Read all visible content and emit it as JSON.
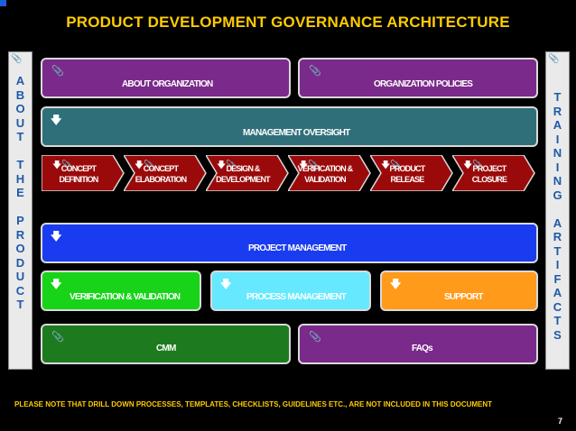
{
  "title": "PRODUCT DEVELOPMENT GOVERNANCE ARCHITECTURE",
  "left_bar": {
    "letters": [
      "A",
      "B",
      "O",
      "U",
      "T",
      "",
      "T",
      "H",
      "E",
      "",
      "P",
      "R",
      "O",
      "D",
      "U",
      "C",
      "T"
    ],
    "clip_icon": "paperclip-icon"
  },
  "right_bar": {
    "letters": [
      "T",
      "R",
      "A",
      "I",
      "N",
      "I",
      "N",
      "G",
      "",
      "A",
      "R",
      "T",
      "I",
      "F",
      "A",
      "C",
      "T",
      "S"
    ],
    "clip_icon": "paperclip-icon"
  },
  "boxes": {
    "about_org": {
      "label": "ABOUT ORGANIZATION",
      "color": "#7a2a8a",
      "icon": "paperclip-icon"
    },
    "org_policies": {
      "label": "ORGANIZATION POLICIES",
      "color": "#7a2a8a",
      "icon": "paperclip-icon"
    },
    "mgmt_oversight": {
      "label": "MANAGEMENT OVERSIGHT",
      "color": "#2f6f7a",
      "icon": "down-arrow-icon"
    },
    "project_mgmt": {
      "label": "PROJECT MANAGEMENT",
      "color": "#1a3cf0",
      "icon": "down-arrow-icon"
    },
    "vnv": {
      "label": "VERIFICATION & VALIDATION",
      "color": "#18d418",
      "icon": "down-arrow-icon"
    },
    "process_mgmt": {
      "label": "PROCESS MANAGEMENT",
      "color": "#66e8ff",
      "icon": "down-arrow-icon"
    },
    "support": {
      "label": "SUPPORT",
      "color": "#ff9a1a",
      "icon": "down-arrow-icon"
    },
    "cmm": {
      "label": "CMM",
      "color": "#1e7a1e",
      "icon": "paperclip-icon"
    },
    "faqs": {
      "label": "FAQs",
      "color": "#7a2a8a",
      "icon": "paperclip-icon"
    }
  },
  "phases": [
    {
      "label": "CONCEPT\nDEFINITION",
      "icons": [
        "down-arrow-icon",
        "paperclip-icon"
      ]
    },
    {
      "label": "CONCEPT\nELABORATION",
      "icons": [
        "down-arrow-icon",
        "paperclip-icon"
      ]
    },
    {
      "label": "DESIGN &\nDEVELOPMENT",
      "icons": [
        "down-arrow-icon",
        "paperclip-icon"
      ]
    },
    {
      "label": "VERIFICATION &\nVALIDATION",
      "icons": [
        "down-arrow-icon",
        "paperclip-icon"
      ]
    },
    {
      "label": "PRODUCT\nRELEASE",
      "icons": [
        "down-arrow-icon",
        "paperclip-icon"
      ]
    },
    {
      "label": "PROJECT\nCLOSURE",
      "icons": [
        "down-arrow-icon",
        "paperclip-icon"
      ]
    }
  ],
  "phase_color": "#9b0a0a",
  "note": "PLEASE NOTE THAT DRILL DOWN PROCESSES, TEMPLATES, CHECKLISTS, GUIDELINES ETC., ARE NOT INCLUDED IN THIS DOCUMENT",
  "page_number": "7"
}
